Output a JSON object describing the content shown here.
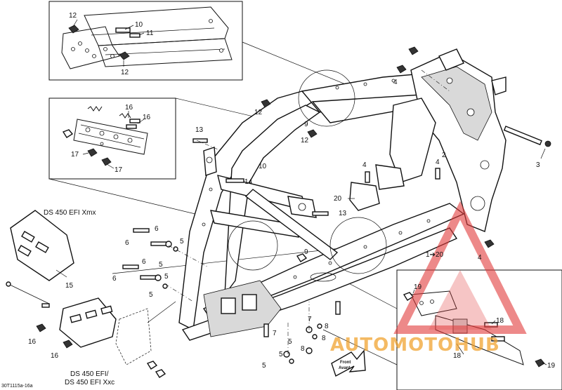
{
  "diagram": {
    "drawing_code": "30T1115a-16a",
    "front_label": [
      "Front",
      "Avant"
    ],
    "model_labels": {
      "xmx": "DS 450 EFI Xmx",
      "efi_line1": "DS 450 EFI/",
      "efi_line2": "DS 450 EFI Xxc"
    },
    "callouts": {
      "c12a": "12",
      "c10a": "10",
      "c11a": "11",
      "c12b": "12",
      "c16a": "16",
      "c16b": "16",
      "c17a": "17",
      "c17b": "17",
      "c12c": "12",
      "c9a": "9",
      "c12d": "12",
      "c10b": "10",
      "c13a": "13",
      "c14a": "14",
      "c13b": "13",
      "c20a": "20",
      "c4a": "4",
      "c4b": "4",
      "c4c": "4",
      "c2a": "2",
      "c3a": "3",
      "c1a": "1➔20",
      "c4d": "4",
      "c6a": "6",
      "c6b": "6",
      "c5a": "5",
      "c5b": "5",
      "c6c": "6",
      "c6d": "6",
      "c5c": "5",
      "c5d": "5",
      "c15a": "15",
      "c9b": "9",
      "c7a": "7",
      "c7b": "7",
      "c8a": "8",
      "c8b": "8",
      "c8c": "8",
      "c5e": "5",
      "c5f": "5",
      "c5g": "5",
      "c16c": "16",
      "c16d": "16",
      "c19a": "19",
      "c18a": "18",
      "c18b": "18",
      "c19b": "19"
    },
    "watermark": {
      "text": "AUTOMOTOHUB",
      "color": "#f0a02a",
      "triangle_color": "#e23b3b"
    }
  }
}
